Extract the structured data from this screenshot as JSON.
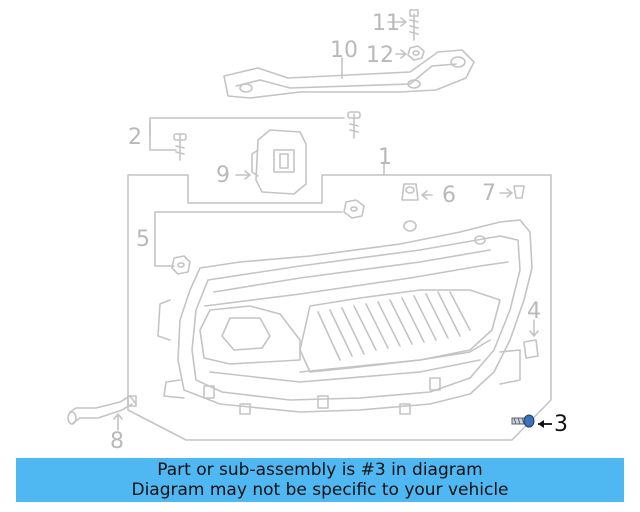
{
  "diagram": {
    "callouts": {
      "c1": "1",
      "c2": "2",
      "c3": "3",
      "c4": "4",
      "c5": "5",
      "c6": "6",
      "c7": "7",
      "c8": "8",
      "c9": "9",
      "c10": "10",
      "c11": "11",
      "c12": "12"
    },
    "highlighted_part": "3",
    "colors": {
      "line": "#c4c4c4",
      "highlight_part": "#3a73b8",
      "banner": "#4fb8f2"
    }
  },
  "banner": {
    "line1": "Part or sub-assembly is #3 in diagram",
    "line2": "Diagram may not be specific to your vehicle"
  }
}
